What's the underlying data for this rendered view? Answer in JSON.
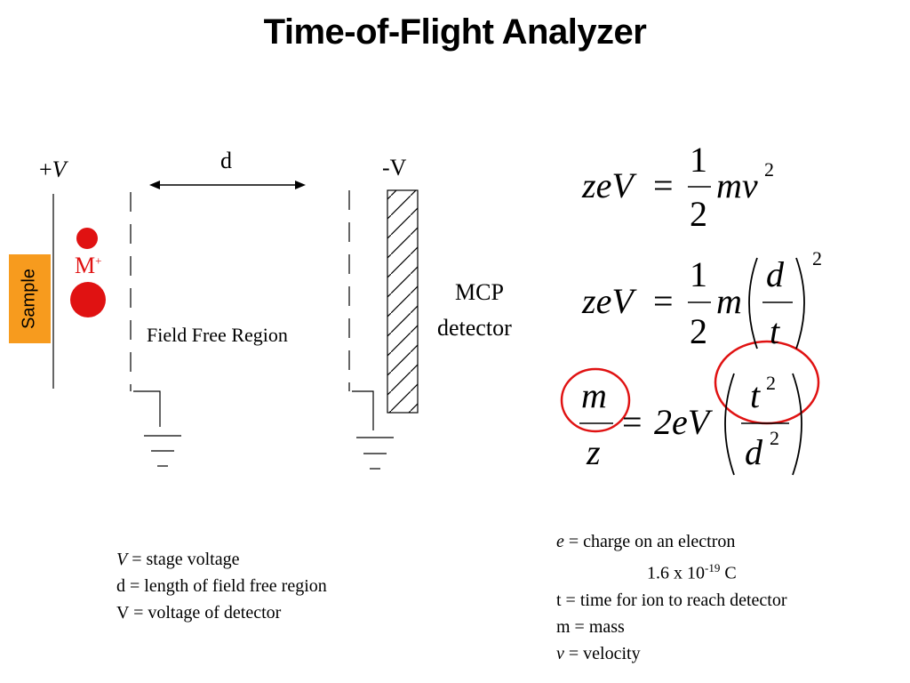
{
  "title": "Time-of-Flight Analyzer",
  "diagram": {
    "plus_v": {
      "sign": "+",
      "symbol": "V"
    },
    "d_label": "d",
    "minus_v": "-V",
    "sample": "Sample",
    "ion": {
      "base": "M",
      "sup": "+"
    },
    "field_free": "Field Free Region",
    "mcp_line1": "MCP",
    "mcp_line2": "detector"
  },
  "colors": {
    "sample_box": "#f79b1e",
    "ion": "#e01212",
    "highlight_circle": "#e01212"
  },
  "equations": {
    "eq1": {
      "lhs": "zeV",
      "eq": "=",
      "num": "1",
      "den": "2",
      "rhs": "mv",
      "exp": "2"
    },
    "eq2": {
      "lhs": "zeV",
      "eq": "=",
      "num": "1",
      "den": "2",
      "rhs_m": "m",
      "frac_num": "d",
      "frac_den": "t",
      "exp": "2"
    },
    "eq3": {
      "lhs_num": "m",
      "lhs_den": "z",
      "eq": "=",
      "coef": "2eV",
      "frac_num": "t",
      "frac_num_exp": "2",
      "frac_den": "d",
      "frac_den_exp": "2"
    }
  },
  "legend_left": [
    {
      "sym": "V",
      "text": " = stage voltage"
    },
    {
      "sym": "",
      "text": "d = length of field free region"
    },
    {
      "sym": "",
      "text": "V = voltage of detector"
    }
  ],
  "legend_right": {
    "e_sym": "e",
    "e_text": " = charge on an electron",
    "e_value": "1.6 x 10",
    "e_exp": "-19",
    "e_unit": " C",
    "t_line": "t = time for ion to reach detector",
    "m_line": "m = mass",
    "v_sym": "v",
    "v_text": " = velocity"
  }
}
